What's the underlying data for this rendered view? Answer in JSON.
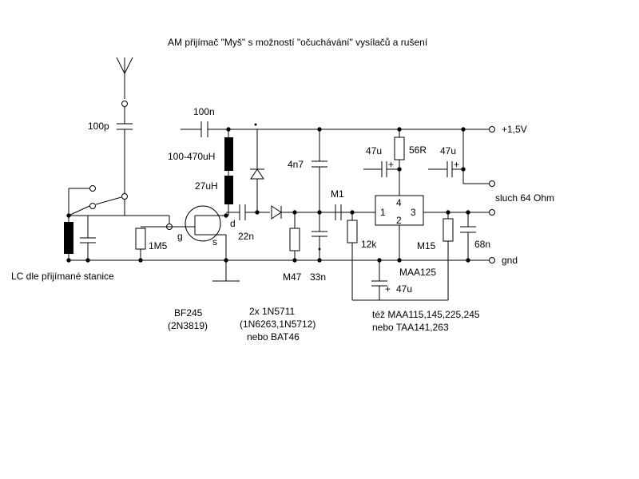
{
  "title": "AM přijímač \"Myš\" s možností \"očuchávání\" vysílačů a rušení",
  "labels": {
    "c_antenna": "100p",
    "c_input": "100n",
    "l_choke1": "100-470uH",
    "l_choke2": "27uH",
    "r_gate": "1M5",
    "fet_g": "g",
    "fet_d": "d",
    "fet_s": "s",
    "c_22n": "22n",
    "c_4n7": "4n7",
    "r_m47": "M47",
    "c_33n": "33n",
    "c_m1": "M1",
    "c_47u_left": "47u",
    "c_47u_right": "47u",
    "c_47u_bottom": "47u",
    "r_56r": "56R",
    "r_12k": "12k",
    "r_m15": "M15",
    "c_68n": "68n",
    "ic_pin1": "1",
    "ic_pin2": "2",
    "ic_pin3": "3",
    "ic_pin4": "4",
    "ic_name": "MAA125",
    "supply": "+1,5V",
    "earphone": "sluch 64 Ohm",
    "ground": "gnd",
    "lc_note": "LC dle přijímané stanice",
    "plus": "+"
  },
  "notes": {
    "fet_line1": "BF245",
    "fet_line2": "(2N3819)",
    "diodes_line1": "2x 1N5711",
    "diodes_line2": "(1N6263,1N5712)",
    "diodes_line3": "nebo BAT46",
    "ic_alt_line1": "též MAA115,145,225,245",
    "ic_alt_line2": "nebo TAA141,263"
  }
}
